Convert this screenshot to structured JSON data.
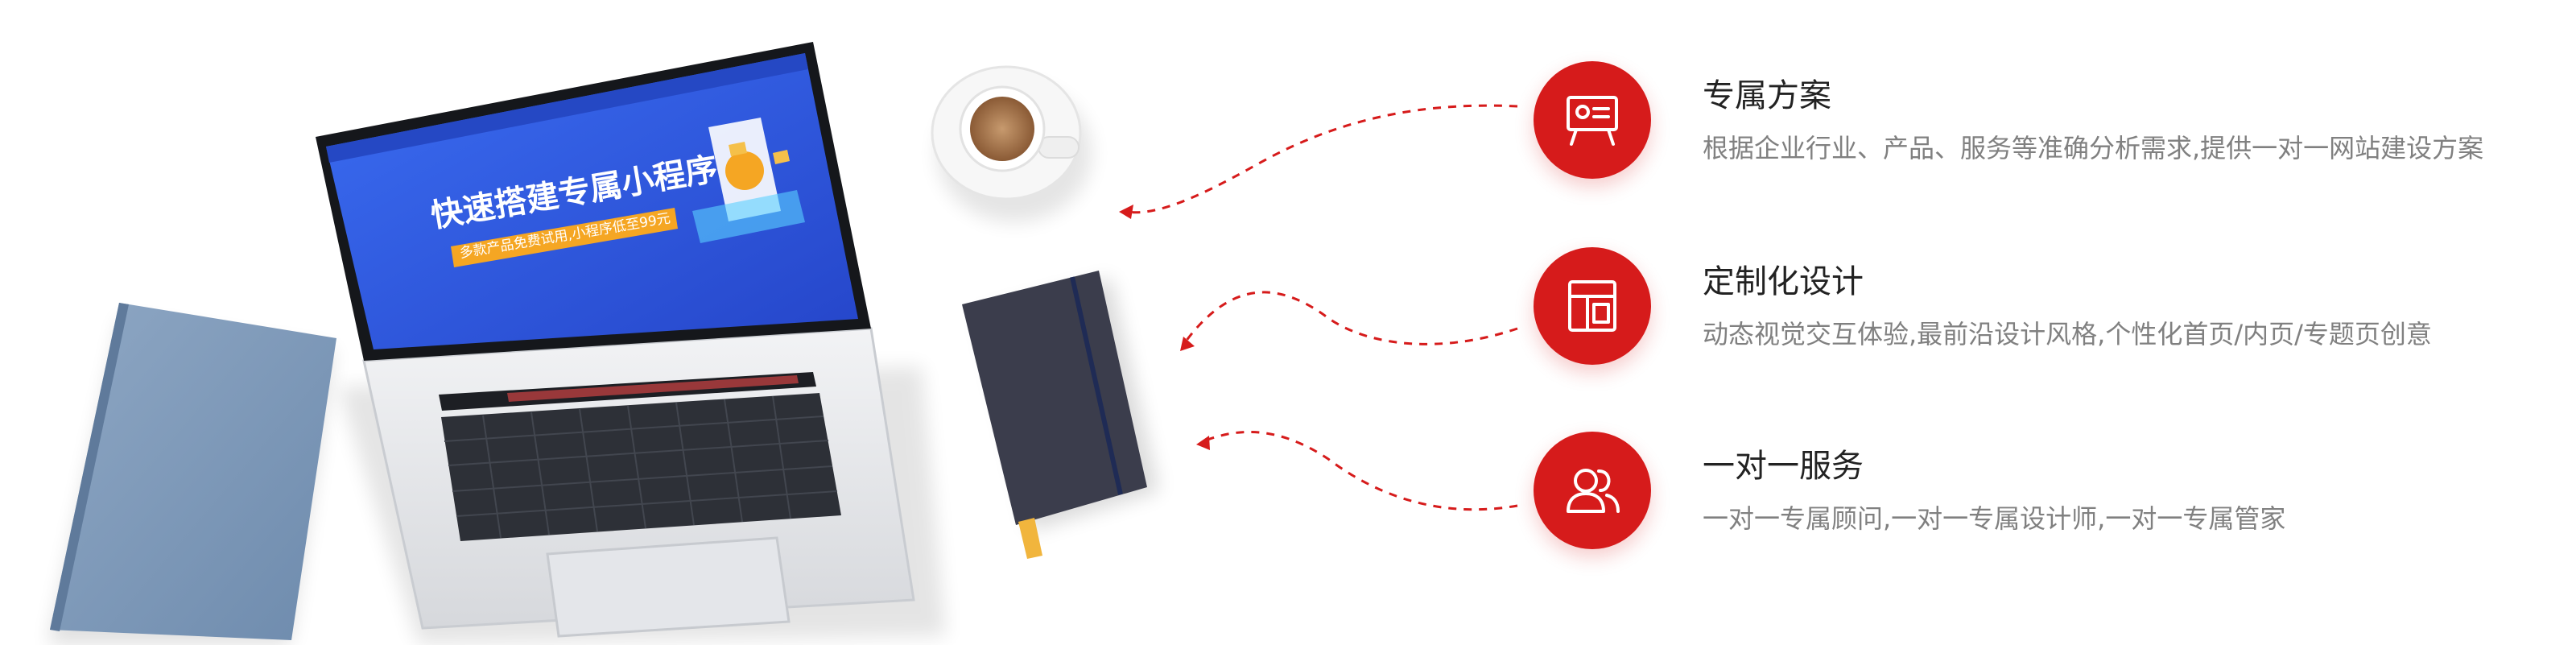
{
  "hero": {
    "headline": "快速搭建专属小程序",
    "subline": "多款产品免费试用,小程序低至99元"
  },
  "features": [
    {
      "icon": "presentation-board-icon",
      "title": "专属方案",
      "description": "根据企业行业、产品、服务等准确分析需求,提供一对一网站建设方案"
    },
    {
      "icon": "layout-template-icon",
      "title": "定制化设计",
      "description": "动态视觉交互体验,最前沿设计风格,个性化首页/内页/专题页创意"
    },
    {
      "icon": "users-icon",
      "title": "一对一服务",
      "description": "一对一专属顾问,一对一专属设计师,一对一专属管家"
    }
  ],
  "colors": {
    "accent_red": "#d61b1b",
    "screen_blue": "#2f5ae0",
    "banner_orange": "#f5a623"
  }
}
